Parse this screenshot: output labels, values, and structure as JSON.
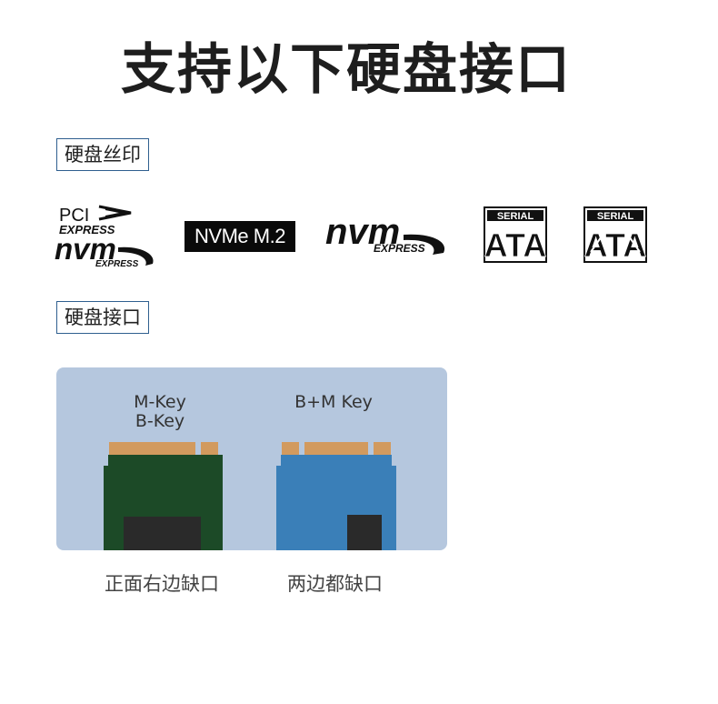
{
  "title": "支持以下硬盘接口",
  "sections": {
    "silkscreen_label": "硬盘丝印",
    "interface_label": "硬盘接口"
  },
  "logos": {
    "pcie_nvm": {
      "pci": "PCI",
      "express": "EXPRESS",
      "nvm": "nvm",
      "nvm_express": "EXPRESS"
    },
    "nvme_m2": "NVMe M.2",
    "nvm_express": {
      "nvm": "nvm",
      "express": "EXPRESS"
    },
    "serial_ata_1": {
      "serial": "SERIAL",
      "ata": "ATA"
    },
    "serial_ata_2": {
      "serial": "SERIAL",
      "ata": "ATA"
    }
  },
  "cards": [
    {
      "key_lines": [
        "M-Key",
        "B-Key"
      ],
      "caption": "正面右边缺口",
      "pcb_color": "#1c4a27"
    },
    {
      "key_lines": [
        "B+M Key"
      ],
      "caption": "两边都缺口",
      "pcb_color": "#3a7fb8"
    }
  ],
  "colors": {
    "panel_bg": "#b5c7de",
    "gold_finger": "#d29a5e",
    "chip": "#2a2a2a",
    "label_border": "#2f5f8f"
  },
  "icons": [
    "pcie-express-logo",
    "nvm-express-logo",
    "serial-ata-logo"
  ]
}
